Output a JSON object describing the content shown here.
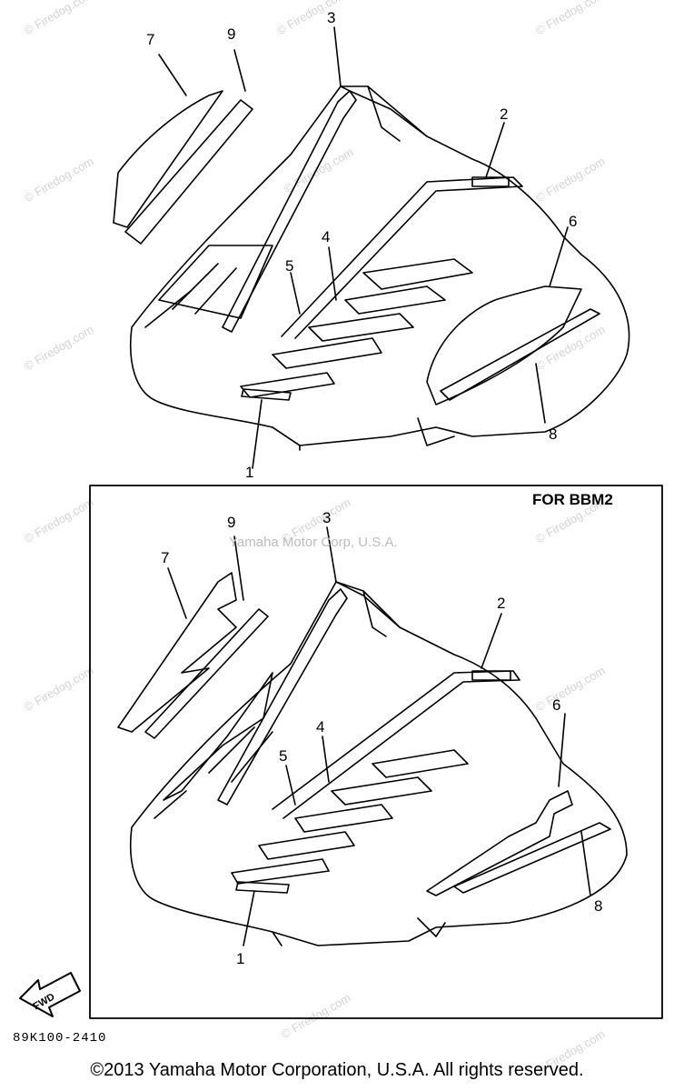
{
  "watermarks": [
    "© Firedog.com",
    "© Firedog.com",
    "© Firedog.com",
    "© Firedog.com",
    "© Firedog.com",
    "© Firedog.com",
    "© Firedog.com",
    "© Firedog.com",
    "© Firedog.com",
    "© Firedog.com",
    "© Firedog.com",
    "© Firedog.com",
    "© Firedog.com",
    "© Firedog.com",
    "© Firedog.com"
  ],
  "upper": {
    "callouts": [
      "1",
      "2",
      "3",
      "4",
      "5",
      "6",
      "7",
      "8",
      "9"
    ]
  },
  "lower": {
    "title": "FOR BBM2",
    "box_watermark": "Yamaha Motor Corp, U.S.A.",
    "callouts": [
      "1",
      "2",
      "3",
      "4",
      "5",
      "6",
      "7",
      "8",
      "9"
    ],
    "fwd_label": "FWD"
  },
  "part_code": "89K100-2410",
  "copyright": "©2013 Yamaha Motor Corporation, U.S.A. All rights reserved.",
  "colors": {
    "line": "#000000",
    "watermark": "#d4d4d4",
    "background": "#ffffff"
  }
}
